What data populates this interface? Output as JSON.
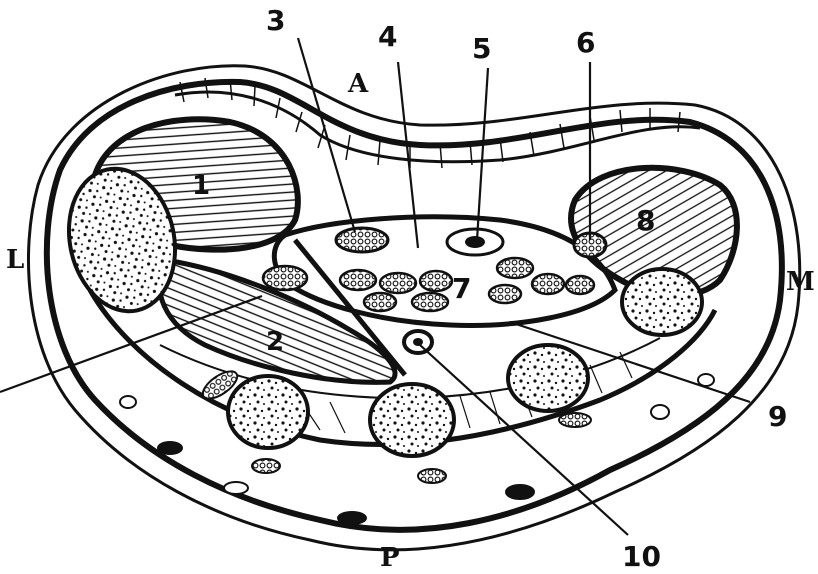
{
  "orientation": {
    "anterior": "A",
    "posterior": "P",
    "lateral": "L",
    "medial": "M"
  },
  "labels": {
    "n1": "1",
    "n2": "2",
    "n3": "3",
    "n4": "4",
    "n5": "5",
    "n6": "6",
    "n7": "7",
    "n8": "8",
    "n9": "9",
    "n10": "10"
  },
  "colors": {
    "ink": "#111111",
    "paper": "#ffffff",
    "shade": "#8a8a8a"
  }
}
